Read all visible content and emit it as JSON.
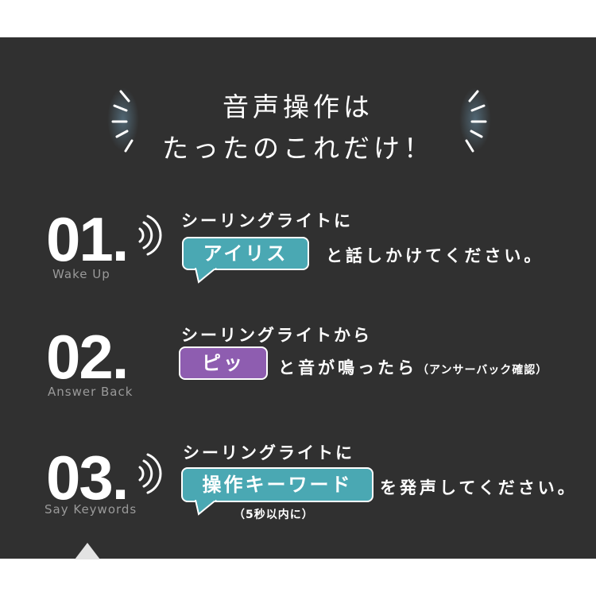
{
  "header": {
    "title_line1": "音声操作は",
    "title_line2": "たったのこれだけ！"
  },
  "steps": [
    {
      "number": "01.",
      "subtitle": "Wake Up",
      "line1": "シーリングライトに",
      "bubble_label": "アイリス",
      "line2": "と話しかけてください。",
      "icon": "sound-waves-icon"
    },
    {
      "number": "02.",
      "subtitle": "Answer Back",
      "line1": "シーリングライトから",
      "bubble_label": "ピッ",
      "line2": "と音が鳴ったら",
      "line2_note": "（アンサーバック確認）"
    },
    {
      "number": "03.",
      "subtitle": "Say Keywords",
      "line1": "シーリングライトに",
      "bubble_label": "操作キーワード",
      "line2": "を発声してください。",
      "note": "（5秒以内に）",
      "icon": "sound-waves-icon"
    }
  ],
  "colors": {
    "panel_bg": "#303030",
    "teal": "#4aa8b3",
    "purple": "#8e5db0",
    "subtitle_gray": "#9a9a9a"
  }
}
